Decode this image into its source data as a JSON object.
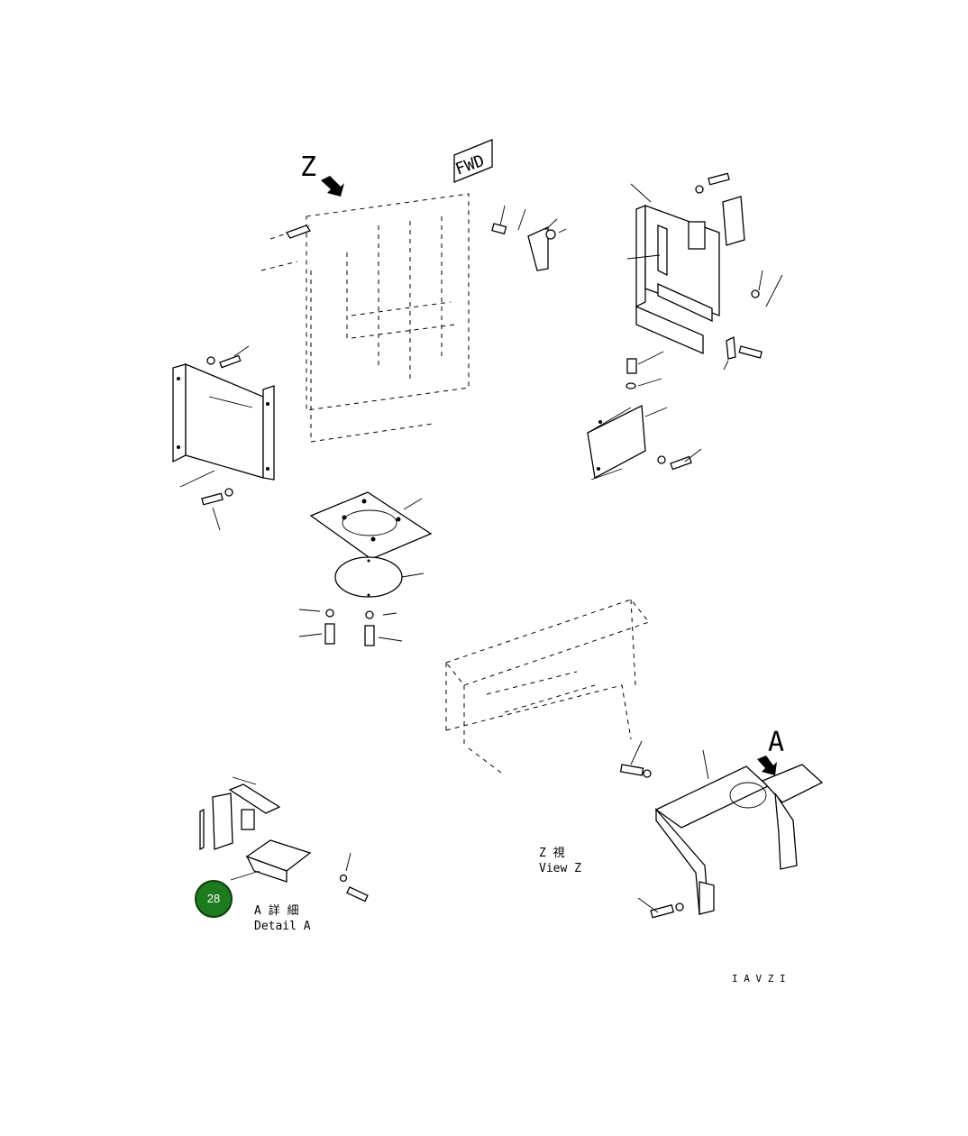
{
  "view_z": {
    "letter": "Z",
    "caption_top": "Z  視",
    "caption_bottom": "View  Z"
  },
  "view_a": {
    "letter": "A",
    "caption_top": "A  詳  細",
    "caption_bottom": "Detail  A"
  },
  "fwd_label": "FWD",
  "callout": {
    "number": "28",
    "color": "#1e7a1e"
  },
  "drawing_ref": "I A V Z    I"
}
